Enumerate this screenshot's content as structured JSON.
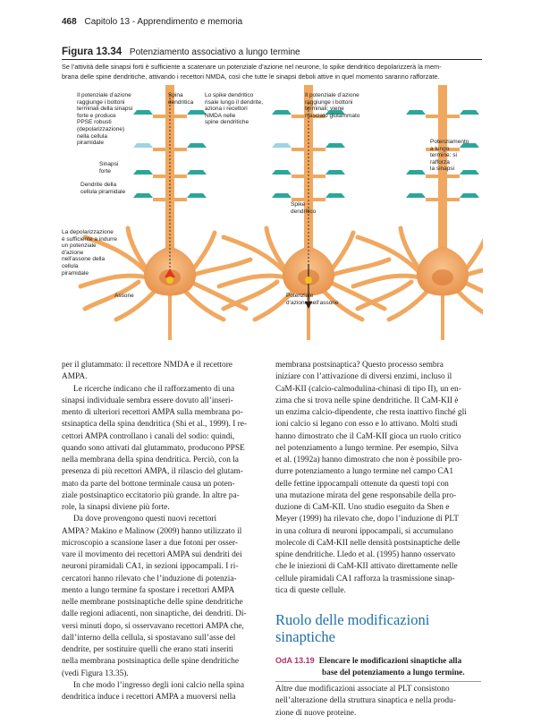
{
  "header": {
    "page_number": "468",
    "chapter": "Capitolo 13 - Apprendimento e memoria"
  },
  "figure": {
    "number": "Figura 13.34",
    "title": "Potenziamento associativo a lungo termine",
    "caption_lines": [
      "Se l’attività delle sinapsi forti è sufficiente a scatenare un potenziale d’azione nel neurone, lo spike dendritico depolarizzerà la mem-",
      "brana delle spine dendritiche, attivando i recettori NMDA, così che tutte le sinapsi deboli attive in quel momento saranno rafforzate."
    ],
    "labels": {
      "p1_ap": [
        "Il potenziale d’azione",
        "raggiunge i bottoni",
        "terminali della sinapsi",
        "forte e produce",
        "PPSE robusti",
        "(depolarizzazione)",
        "nella cellula",
        "piramidale"
      ],
      "p1_spine": [
        "Spina",
        "dendritica"
      ],
      "p1_strong": [
        "Sinapsi",
        "forte"
      ],
      "p1_dendrite": [
        "Dendrite della",
        "cellula piramidale"
      ],
      "p1_depol": [
        "La depolarizzazione",
        "è sufficiente a indurre",
        "un potenziale",
        "d’azione",
        "nell’assone della",
        "cellula",
        "piramidale"
      ],
      "p1_axon": [
        "Assone"
      ],
      "p2_spike": [
        "Lo spike dendritico",
        "risale lungo il dendrite,",
        "aziona i recettori",
        "NMDA nelle",
        "spine dendritiche"
      ],
      "p2_glut": [
        "Il potenziale d’azione",
        "raggiunge i bottoni",
        "terminali; viene",
        "rilasciato glutammato"
      ],
      "p2_spike2": [
        "Spike",
        "dendritico"
      ],
      "p2_ap_axon": [
        "Potenziale",
        "d’azione nell’assone"
      ],
      "p3_ltp": [
        "Potenziamento",
        "a lungo",
        "termine: si",
        "rafforza",
        "la sinapsi"
      ]
    }
  },
  "col1": [
    [
      "per il glutammato: il recettore NMDA e il recettore",
      "AMPA."
    ],
    [
      "Le ricerche indicano che il rafforzamento di una",
      "sinapsi individuale sembra essere dovuto all’inseri-",
      "mento di ulteriori recettori AMPA sulla membrana po-",
      "stsinaptica della spina dendritica (Shi et al., 1999). I re-",
      "cettori AMPA controllano i canali del sodio: quindi,",
      "quando sono attivati dal glutammato, producono PPSE",
      "nella membrana della spina dendritica. Perciò, con la",
      "presenza di più recettori AMPA, il rilascio del glutam-",
      "mato da parte del bottone terminale causa un poten-",
      "ziale postsinaptico eccitatorio più grande. In altre pa-",
      "role, la sinapsi diviene più forte."
    ],
    [
      "Da dove provengono questi nuovi recettori",
      "AMPA? Makino e Malinow (2009) hanno utilizzato il",
      "microscopio a scansione laser a due fotoni per osser-",
      "vare il movimento dei recettori AMPA sui dendriti dei",
      "neuroni piramidali CA1, in sezioni ippocampali. I ri-",
      "cercatori hanno rilevato che l’induzione di potenzia-",
      "mento a lungo termine fa spostare i recettori AMPA",
      "nelle membrane postsinaptiche delle spine dendritiche",
      "dalle regioni adiacenti, non sinaptiche, dei dendriti. Di-",
      "versi minuti dopo, si osservavano recettori AMPA che,",
      "dall’interno della cellula, si spostavano sull’asse del",
      "dendrite, per sostituire quelli che erano stati inseriti",
      "nella membrana postsinaptica delle spine dendritiche",
      "(vedi Figura 13.35)."
    ],
    [
      "In che modo l’ingresso degli ioni calcio nella spina",
      "dendritica induce i recettori AMPA a muoversi nella"
    ]
  ],
  "col2": [
    "membrana postsinaptica? Questo processo sembra",
    "iniziare con l’attivazione di diversi enzimi, incluso il",
    "CaM-KII (calcio-calmodulina-chinasi di tipo II), un en-",
    "zima che si trova nelle spine dendritiche. Il CaM-KII è",
    "un enzima calcio-dipendente, che resta inattivo finché gli",
    "ioni calcio si legano con esso e lo attivano. Molti studi",
    "hanno dimostrato che il CaM-KII gioca un ruolo critico",
    "nel potenziamento a lungo termine. Per esempio, Silva",
    "et al. (1992a) hanno dimostrato che non è possibile pro-",
    "durre potenziamento a lungo termine nel campo CA1",
    "delle fettine ippocampali ottenute da questi topi con",
    "una mutazione mirata del gene responsabile della pro-",
    "duzione di CaM-KII. Uno studio eseguito da Shen e",
    "Meyer (1999) ha rilevato che, dopo l’induzione di PLT",
    "in una coltura di neuroni ippocampali, si accumulano",
    "molecole di CaM-KII nelle densità postsinaptiche delle",
    "spine dendritiche. Lledo et al. (1995) hanno osservato",
    "che le iniezioni di CaM-KII attivato direttamente nelle",
    "cellule piramidali CA1 rafforza la trasmissione sinap-",
    "tica di queste cellule."
  ],
  "section": {
    "title_lines": [
      "Ruolo delle modificazioni",
      "sinaptiche"
    ]
  },
  "oda": {
    "code": "OdA 13.19",
    "text_lines": [
      "Elencare le modificazioni sinaptiche alla",
      "base del potenziamento a lungo termine."
    ]
  },
  "col2_end": [
    "Altre due modificazioni associate al PLT consistono",
    "nell’alterazione della struttura sinaptica e nella produ-",
    "zione di nuove proteine."
  ],
  "colors": {
    "neuron": "#f0a860",
    "terminal": "#2aa69a",
    "weak_terminal": "#9fd3e6",
    "section": "#1f6fa8",
    "oda_code": "#b0306e"
  }
}
